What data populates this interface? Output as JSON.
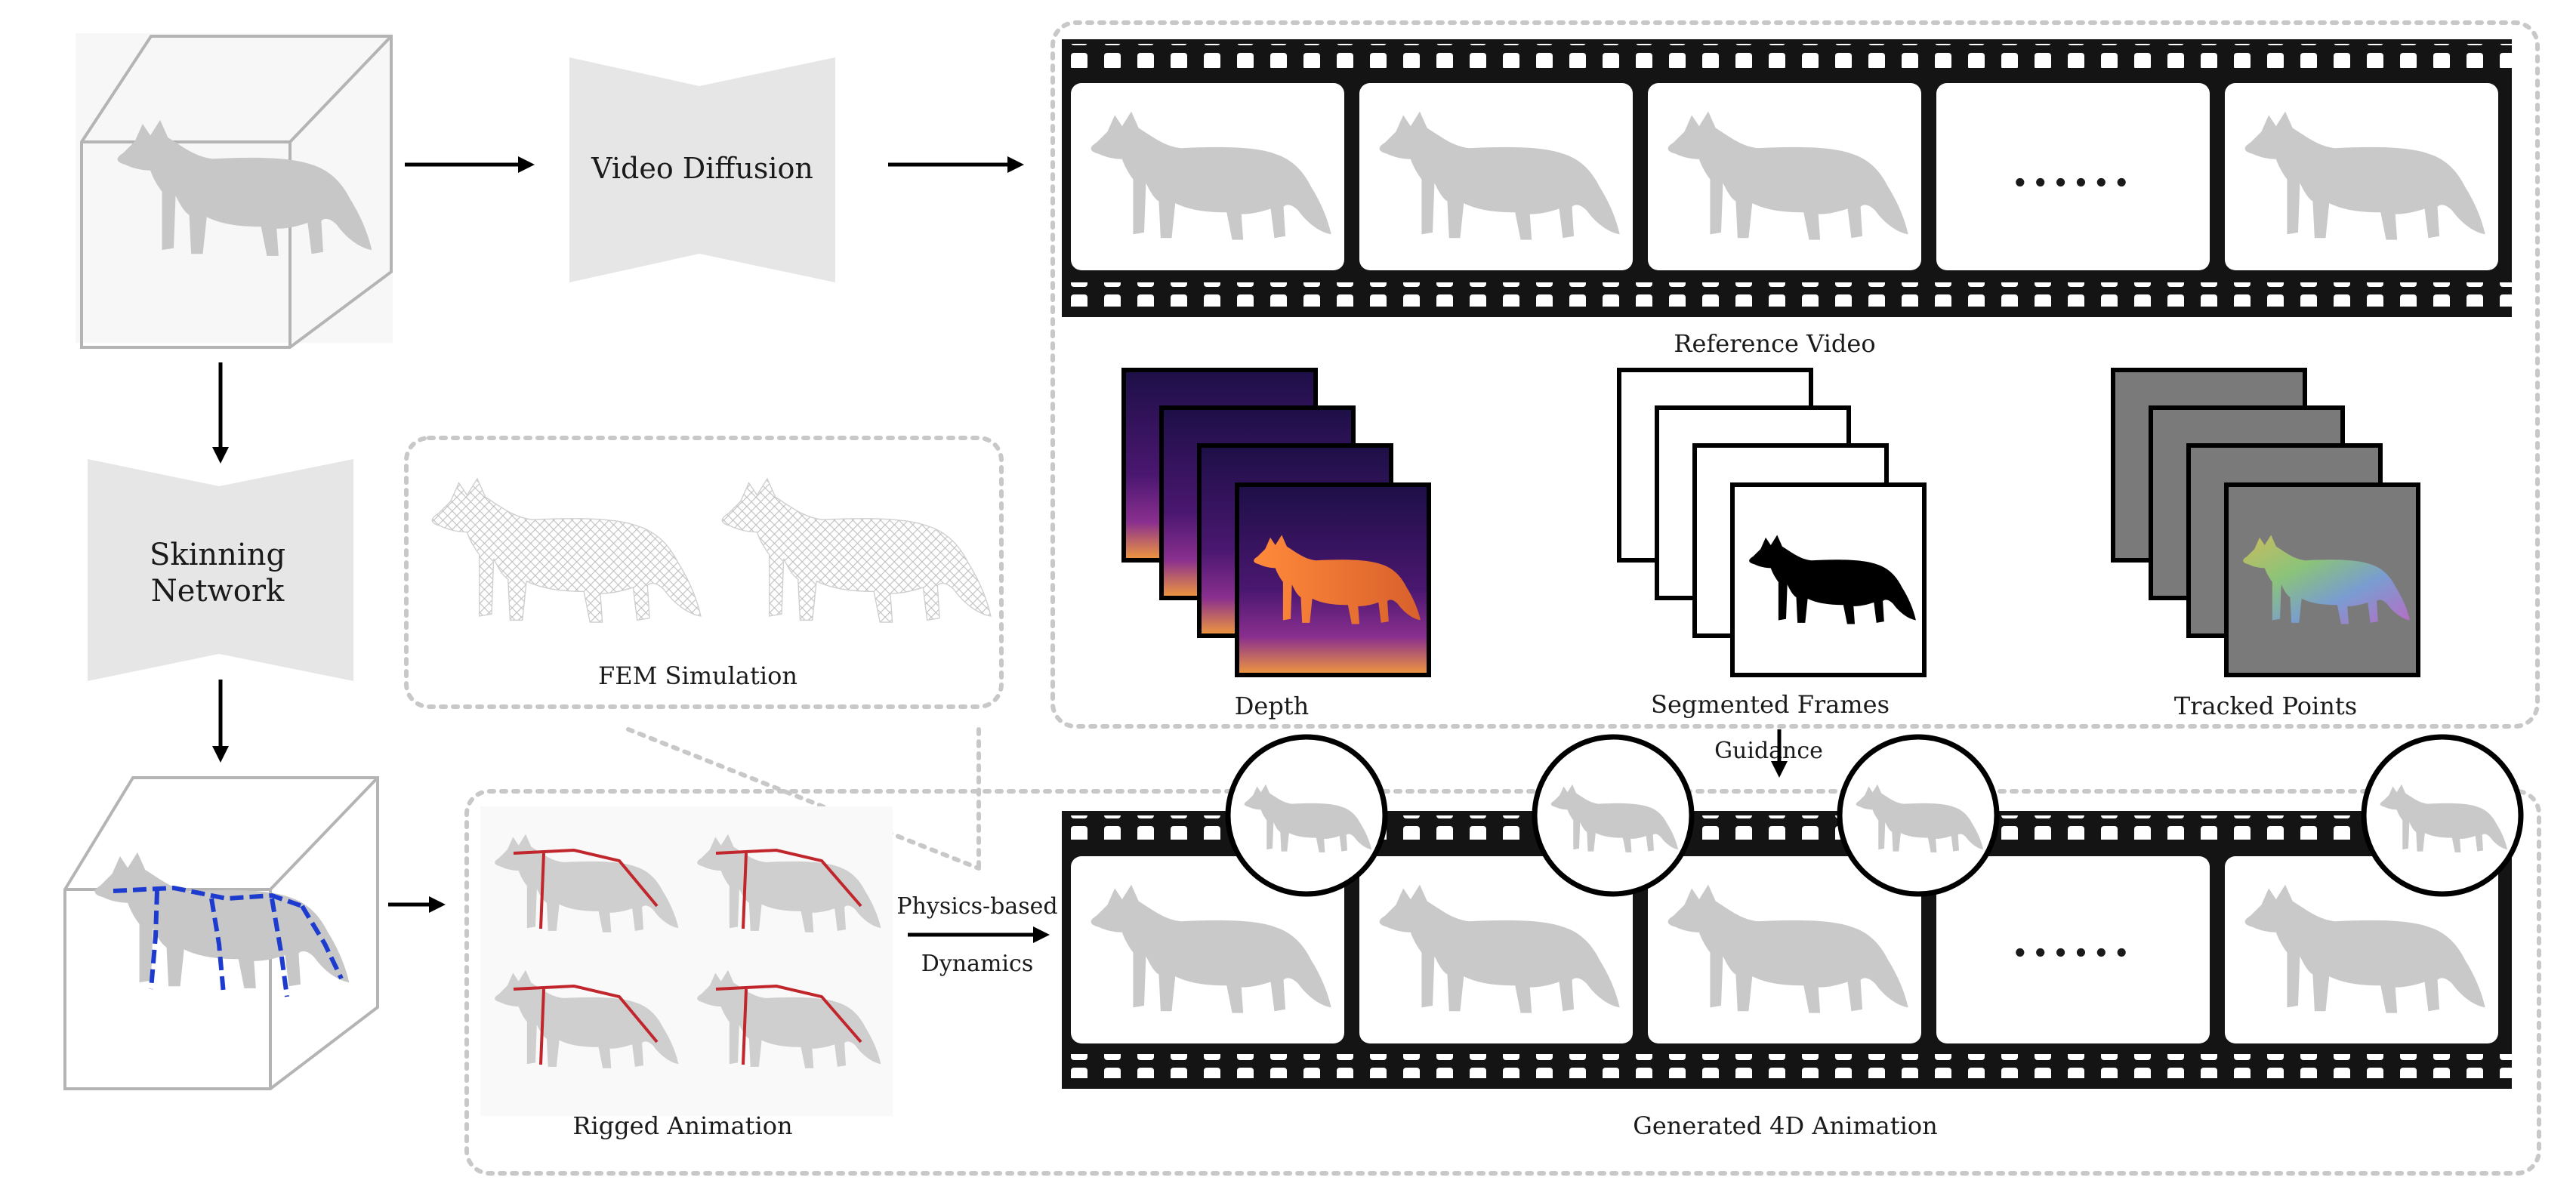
{
  "labels": {
    "video_diffusion": "Video Diffusion",
    "skinning_line1": "Skinning",
    "skinning_line2": "Network",
    "fem_simulation": "FEM Simulation",
    "reference_video": "Reference Video",
    "depth": "Depth",
    "segmented_frames": "Segmented Frames",
    "tracked_points": "Tracked Points",
    "guidance": "Guidance",
    "physics_line1": "Physics-based",
    "physics_line2": "Dynamics",
    "rigged_animation": "Rigged Animation",
    "generated_4d": "Generated 4D Animation",
    "ellipsis": "......"
  },
  "colors": {
    "film_strip": "#141414",
    "film_hole": "#ffffff",
    "hourglass_fill": "#e6e6e6",
    "dashed_border": "#c8c8c8",
    "rig_bones": "#c0262b",
    "skeleton": "#1d3ccf",
    "depth_dark": "#1d0f47",
    "depth_mid": "#8a2f8f",
    "depth_warm": "#f19a3c",
    "tracked_bg": "#7a7a7a",
    "wolf_fur": "#d4d4d4"
  },
  "icons": {
    "input_asset": "wolf-in-cube-icon",
    "rigged_asset": "wolf-with-skeleton-in-cube-icon",
    "frame_subject": "wolf-icon"
  }
}
